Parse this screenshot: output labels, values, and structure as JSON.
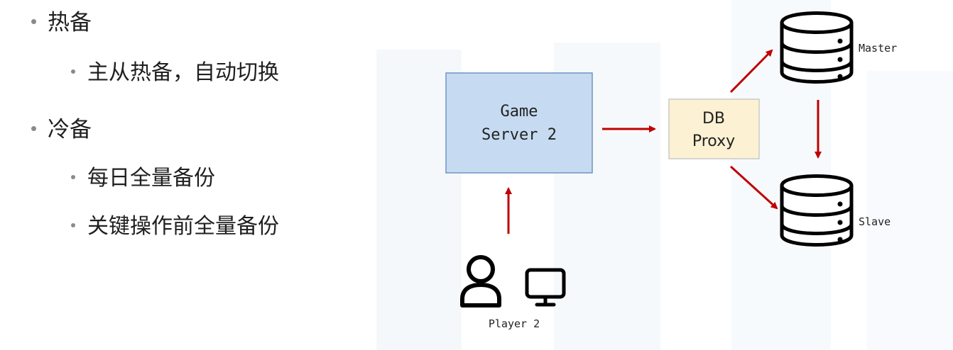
{
  "bullets": [
    {
      "level": 1,
      "text": "热备"
    },
    {
      "level": 2,
      "text": "主从热备，自动切换"
    },
    {
      "level": 1,
      "text": "冷备"
    },
    {
      "level": 2,
      "text": "每日全量备份"
    },
    {
      "level": 2,
      "text": "关键操作前全量备份"
    }
  ],
  "diagram": {
    "game_server": {
      "line1": "Game",
      "line2": "Server 2"
    },
    "db_proxy": {
      "line1": "DB",
      "line2": "Proxy"
    },
    "master_label": "Master",
    "slave_label": "Slave",
    "player_label": "Player 2",
    "colors": {
      "arrow": "#c00000",
      "game_server_fill": "#c6dbf1",
      "game_server_stroke": "#6e95c2",
      "proxy_fill": "#fdf1d3",
      "proxy_stroke": "#c9c9c9",
      "icon_stroke": "#000000"
    },
    "icons": [
      "database-icon",
      "database-icon",
      "person-icon",
      "monitor-icon"
    ]
  }
}
